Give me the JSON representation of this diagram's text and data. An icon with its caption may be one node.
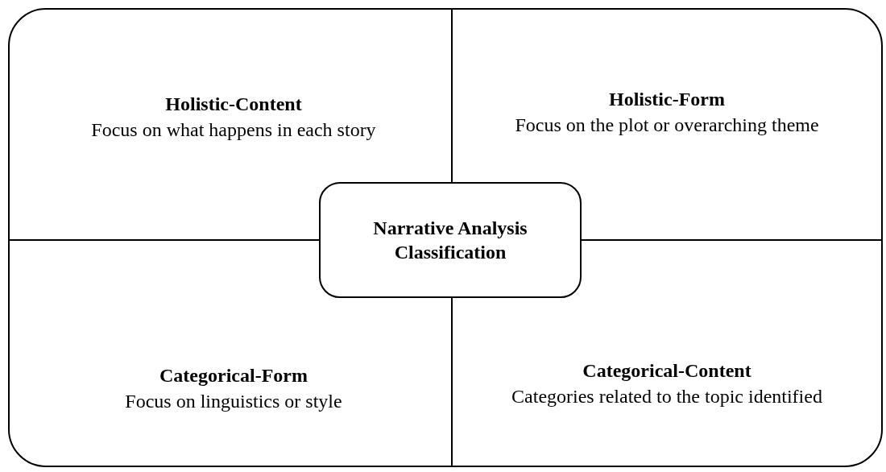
{
  "diagram": {
    "nodes": [
      {
        "text": [
          "Holistic-Content",
          "Focus on what happens in each story"
        ]
      },
      {
        "text": [
          "Holistic-Form",
          "Focus on the plot or overarching theme"
        ]
      },
      {
        "text": [
          "Narrative Analysis Classification"
        ]
      },
      {
        "text": [
          "Categorical-Form",
          "Focus on linguistics or style"
        ]
      },
      {
        "text": [
          "Categorical-Content",
          "Categories related to the topic identified"
        ]
      }
    ],
    "edges": []
  }
}
